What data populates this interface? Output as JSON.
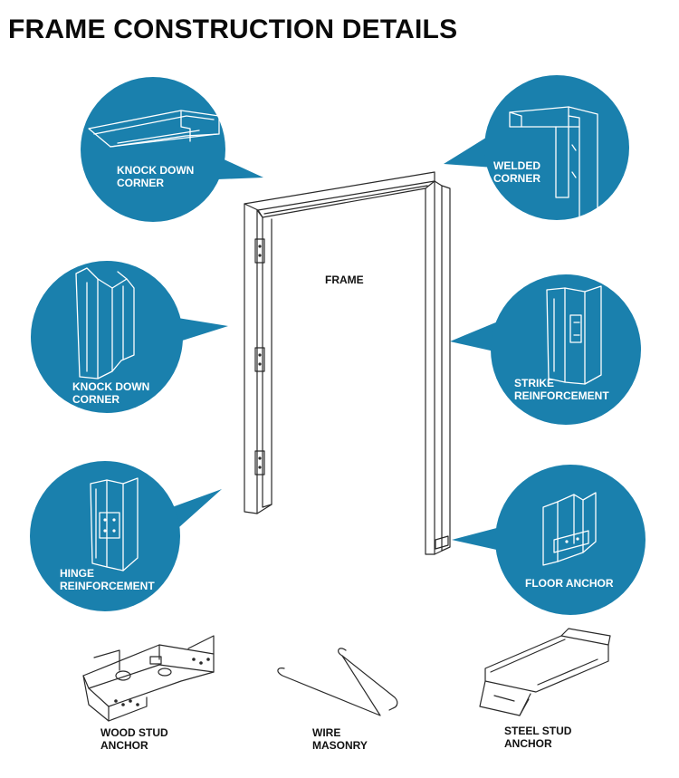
{
  "title": "FRAME CONSTRUCTION DETAILS",
  "colors": {
    "circle": "#1a80ad",
    "text_dark": "#111111",
    "line": "#2a2a2a"
  },
  "center_label": "FRAME",
  "callouts": [
    {
      "id": "knock-down-corner-top",
      "line1": "KNOCK DOWN",
      "line2": "CORNER"
    },
    {
      "id": "welded-corner",
      "line1": "WELDED",
      "line2": "CORNER"
    },
    {
      "id": "knock-down-corner-mid",
      "line1": "KNOCK DOWN",
      "line2": "CORNER"
    },
    {
      "id": "strike-reinforcement",
      "line1": "STRIKE",
      "line2": "REINFORCEMENT"
    },
    {
      "id": "hinge-reinforcement",
      "line1": "HINGE",
      "line2": "REINFORCEMENT"
    },
    {
      "id": "floor-anchor",
      "line1": "FLOOR ANCHOR",
      "line2": ""
    }
  ],
  "anchors": [
    {
      "id": "wood-stud-anchor",
      "line1": "WOOD STUD",
      "line2": "ANCHOR"
    },
    {
      "id": "wire-masonry",
      "line1": "WIRE",
      "line2": "MASONRY"
    },
    {
      "id": "steel-stud-anchor",
      "line1": "STEEL  STUD",
      "line2": "ANCHOR"
    }
  ]
}
